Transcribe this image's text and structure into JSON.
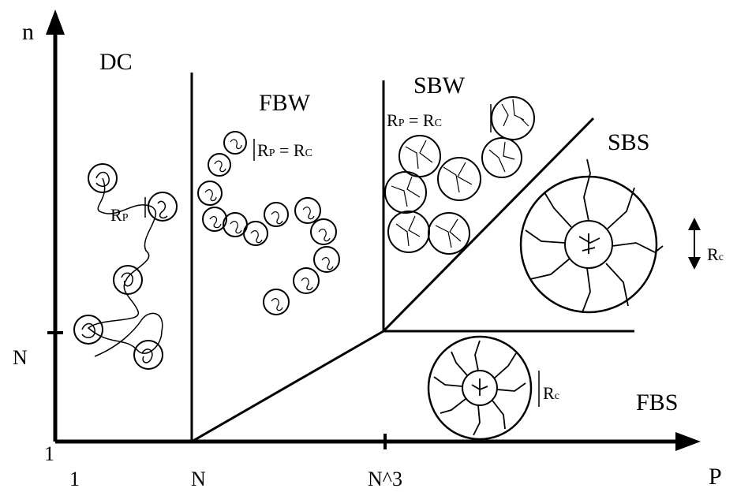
{
  "axes": {
    "y_label": "n",
    "x_label": "P",
    "origin_label": "1",
    "x_ticks": [
      "1",
      "N",
      "N^3"
    ],
    "y_ticks": [
      "N"
    ]
  },
  "regions": [
    "DC",
    "FBW",
    "SBW",
    "SBS",
    "FBS"
  ],
  "annotations": {
    "dc_radius": "R",
    "dc_radius_sub": "P",
    "fbw_left": "R",
    "fbw_left_sub": "P",
    "fbw_eq": " = ",
    "fbw_right": "R",
    "fbw_right_sub": "C",
    "sbw_left": "R",
    "sbw_left_sub": "P",
    "sbw_eq": " = ",
    "sbw_right": "R",
    "sbw_right_sub": "C",
    "sbs_radius": "R",
    "sbs_radius_sub": "c",
    "fbs_radius": "R",
    "fbs_radius_sub": "c"
  }
}
